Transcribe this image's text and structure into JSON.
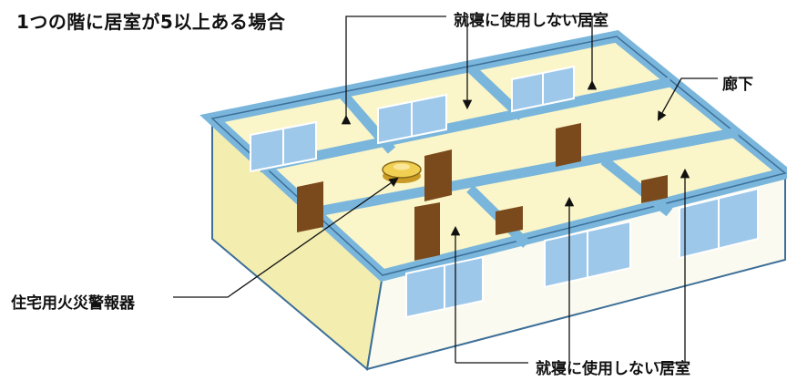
{
  "title": "1つの階に居室が5以上ある場合",
  "labels": {
    "top_bedroom_note": "就寝に使用しない居室",
    "corridor": "廊下",
    "smoke_alarm": "住宅用火災警報器",
    "bottom_bedroom_note": "就寝に使用しない居室"
  },
  "colors": {
    "wall_top": "#7ab6dc",
    "wall_outline": "#3d6f98",
    "floor": "#fbf6c9",
    "side_wall": "#f3edb0",
    "front_wall": "#fbfaf0",
    "door": "#7b4a1c",
    "window_glass": "#9ec8ea",
    "alarm": "#f1cf52"
  }
}
